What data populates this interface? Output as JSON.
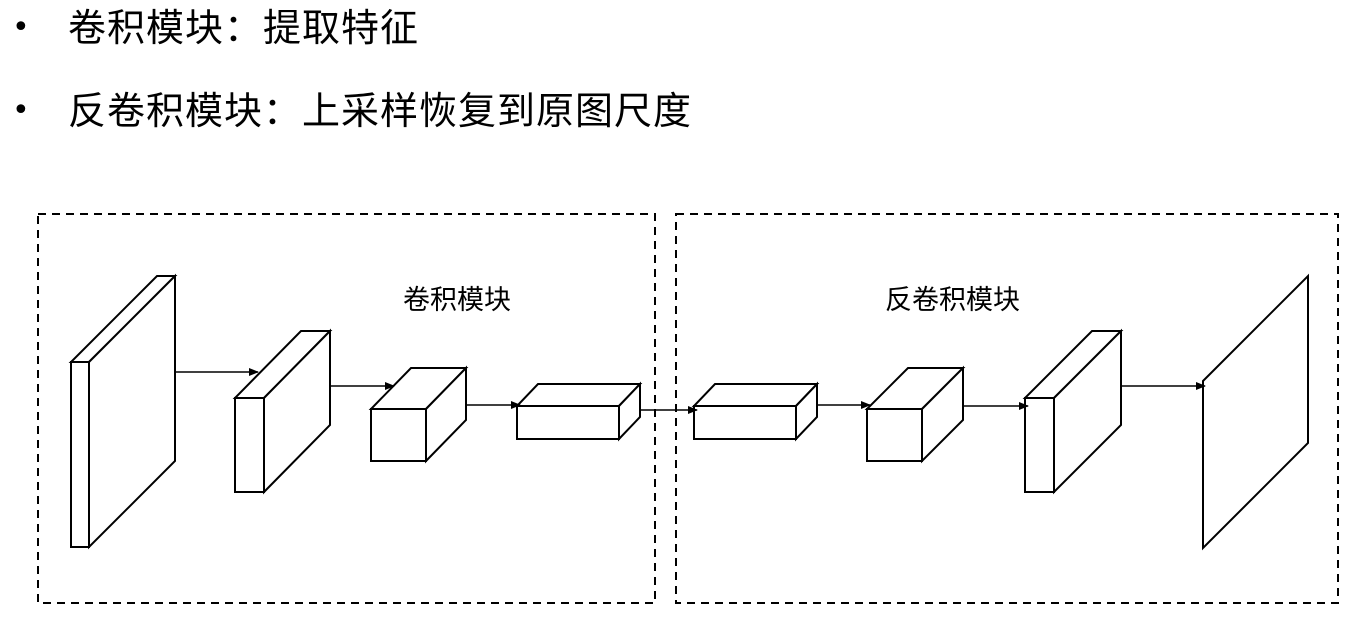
{
  "bullets": [
    {
      "text": "卷积模块：提取特征"
    },
    {
      "text": "反卷积模块：上采样恢复到原图尺度"
    }
  ],
  "diagram": {
    "regions": [
      {
        "label": "卷积模块"
      },
      {
        "label": "反卷积模块"
      }
    ]
  }
}
